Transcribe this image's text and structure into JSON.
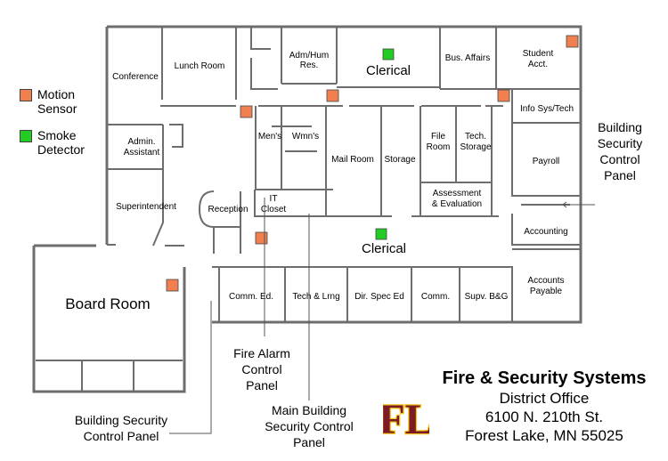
{
  "colors": {
    "motion_sensor": "#f08050",
    "smoke_detector": "#22cc22",
    "wall": "#6d6d6d",
    "logo_fill": "#7a1b26",
    "logo_outline": "#f2c318"
  },
  "legend": {
    "motion_label_1": "Motion",
    "motion_label_2": "Sensor",
    "smoke_label_1": "Smoke",
    "smoke_label_2": "Detector"
  },
  "rooms": {
    "conference": "Conference",
    "lunch_room": "Lunch Room",
    "adm_hum_1": "Adm/Hum",
    "adm_hum_2": "Res.",
    "clerical_top": "Clerical",
    "bus_affairs": "Bus. Affairs",
    "student_acct_1": "Student",
    "student_acct_2": "Acct.",
    "info_sys": "Info Sys/Tech",
    "admin_assistant_1": "Admin.",
    "admin_assistant_2": "Assistant",
    "mens": "Men's",
    "womens": "Wmn's",
    "mail_room": "Mail Room",
    "storage": "Storage",
    "file_room_1": "File",
    "file_room_2": "Room",
    "tech_storage_1": "Tech.",
    "tech_storage_2": "Storage",
    "payroll": "Payroll",
    "superintendent": "Superintendent",
    "reception": "Reception",
    "it_closet_1": "IT",
    "it_closet_2": "Closet",
    "assessment_1": "Assessment",
    "assessment_2": "& Evaluation",
    "accounting": "Accounting",
    "clerical_bottom": "Clerical",
    "board_room": "Board Room",
    "comm_ed": "Comm. Ed.",
    "tech_lrng": "Tech & Lrng",
    "dir_spec_ed": "Dir. Spec Ed",
    "comm": "Comm.",
    "supv_bg": "Supv. B&G",
    "accounts_payable_1": "Accounts",
    "accounts_payable_2": "Payable"
  },
  "callouts": {
    "building_security_right_1": "Building",
    "building_security_right_2": "Security",
    "building_security_right_3": "Control",
    "building_security_right_4": "Panel",
    "fire_alarm_1": "Fire Alarm",
    "fire_alarm_2": "Control",
    "fire_alarm_3": "Panel",
    "main_building_1": "Main Building",
    "main_building_2": "Security Control",
    "main_building_3": "Panel",
    "building_security_left_1": "Building Security",
    "building_security_left_2": "Control Panel"
  },
  "title_block": {
    "company": "Fire & Security Systems",
    "site": "District Office",
    "street": "6100 N. 210th St.",
    "city": "Forest Lake, MN  55025",
    "logo_text": "FL"
  }
}
